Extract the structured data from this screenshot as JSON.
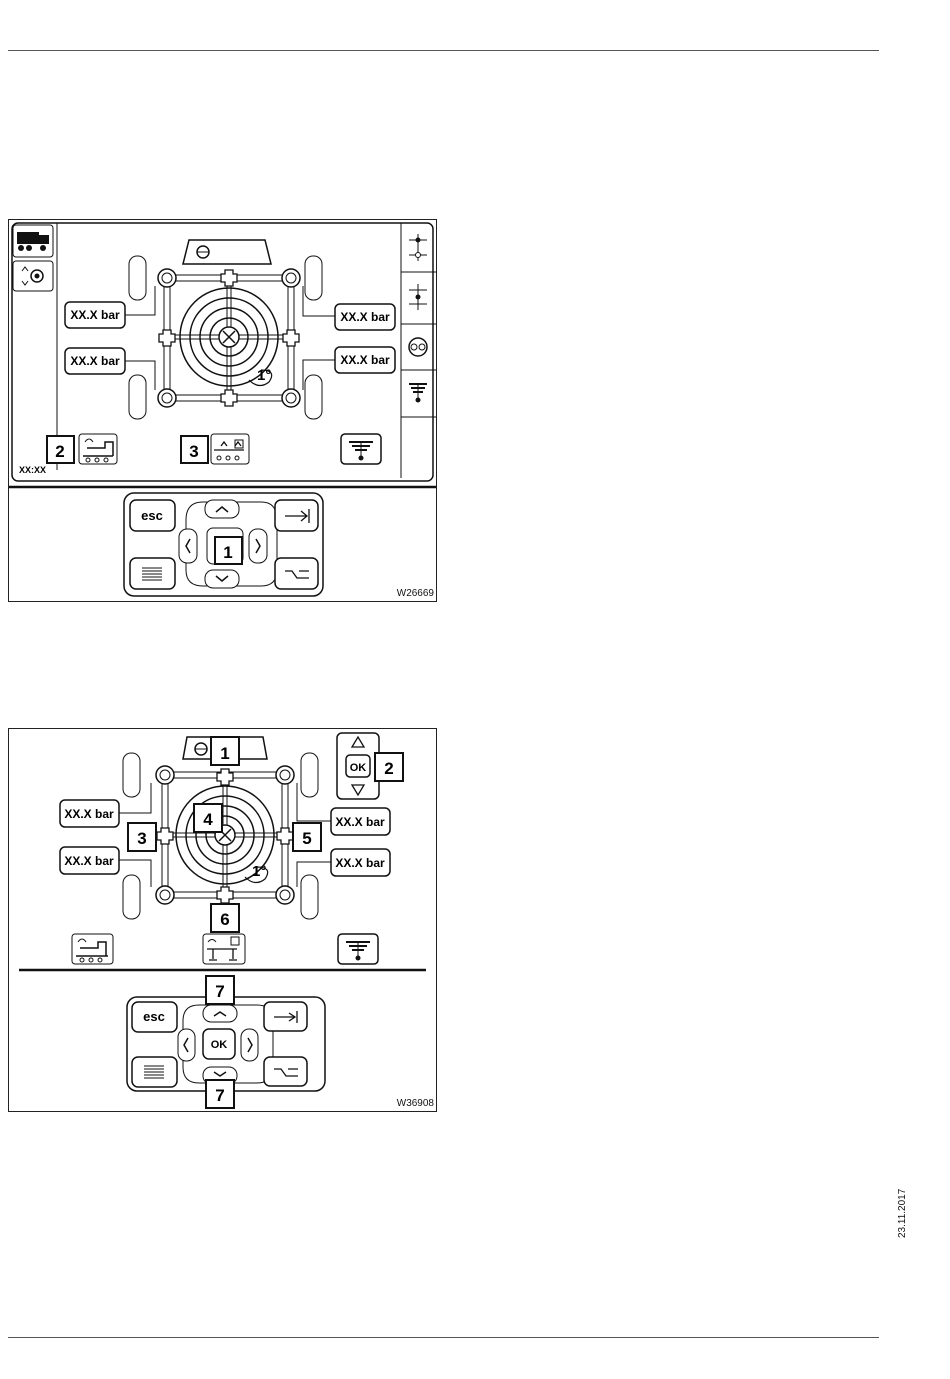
{
  "figure1": {
    "code": "W26669",
    "pressure_labels": [
      "XX.X bar",
      "XX.X bar",
      "XX.X bar",
      "XX.X bar"
    ],
    "angle_label": "1°",
    "time_label": "XX:XX",
    "callouts": [
      "1",
      "2",
      "3"
    ],
    "keys": {
      "esc": "esc"
    }
  },
  "figure2": {
    "code": "W36908",
    "pressure_labels": [
      "XX.X bar",
      "XX.X bar",
      "XX.X bar",
      "XX.X bar"
    ],
    "angle_label": "1°",
    "callouts": [
      "1",
      "2",
      "3",
      "4",
      "5",
      "6",
      "7",
      "7"
    ],
    "keys": {
      "esc": "esc",
      "ok": "OK",
      "ok_side": "OK"
    }
  },
  "footer": {
    "date": "23.11.2017"
  }
}
